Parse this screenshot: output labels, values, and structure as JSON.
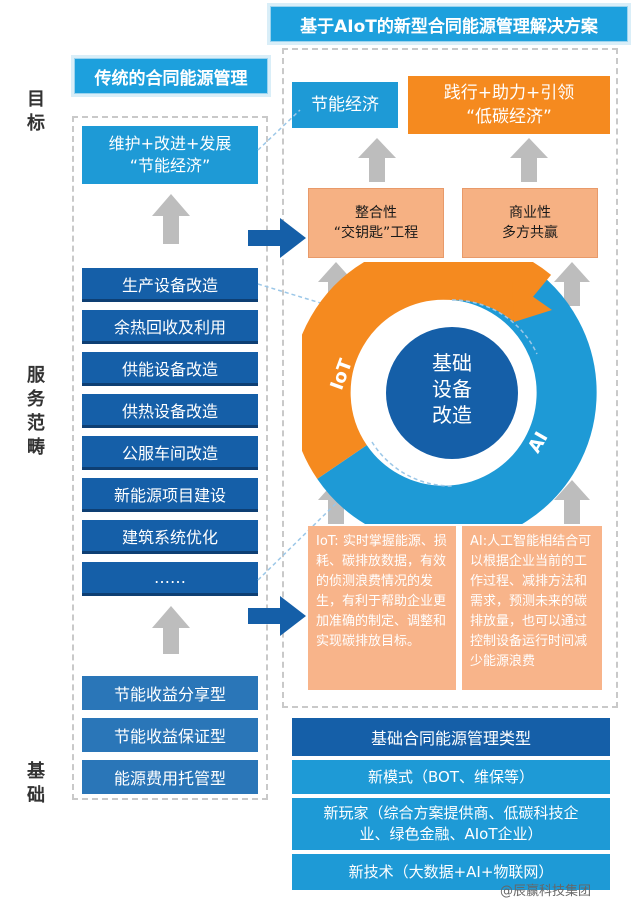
{
  "titles": {
    "right": "基于AIoT的新型合同能源管理解决方案",
    "left": "传统的合同能源管理"
  },
  "side_labels": {
    "goal": [
      "目",
      "标"
    ],
    "service": [
      "服",
      "务",
      "范",
      "畴"
    ],
    "base": [
      "基",
      "础"
    ]
  },
  "left": {
    "goal_box": [
      "维护+改进+发展",
      "“节能经济”"
    ],
    "service_items": [
      "生产设备改造",
      "余热回收及利用",
      "供能设备改造",
      "供热设备改造",
      "公服车间改造",
      "新能源项目建设",
      "建筑系统优化",
      "……"
    ],
    "base_items": [
      "节能收益分享型",
      "节能收益保证型",
      "能源费用托管型"
    ]
  },
  "right": {
    "goal_left": "节能经济",
    "goal_right": [
      "践行+助力+引领",
      "“低碳经济”"
    ],
    "mid_left": [
      "整合性",
      "“交钥匙”工程"
    ],
    "mid_right": [
      "商业性",
      "多方共赢"
    ],
    "circle_center": [
      "基础",
      "设备",
      "改造"
    ],
    "ring_iot": "IoT",
    "ring_ai": "AI",
    "iot_desc": "IoT: 实时掌握能源、损耗、碳排放数据，有效的侦测浪费情况的发生，有利于帮助企业更加准确的制定、调整和实现碳排放目标。",
    "ai_desc": "AI:人工智能相结合可以根据企业当前的工作过程、减排方法和需求，预测未来的碳排放量，也可以通过控制设备运行时间减少能源浪费",
    "base_header": "基础合同能源管理类型",
    "base_rows": [
      "新模式（BOT、维保等）",
      "新玩家（综合方案提供商、低碳科技企业、绿色金融、AIoT企业）",
      "新技术（大数据+AI+物联网）"
    ]
  },
  "watermark": "@辰赢科技集团",
  "colors": {
    "blue": "#1e9ad6",
    "navy": "#155fa8",
    "orange": "#f58a1f",
    "light_orange": "#f6b183"
  }
}
